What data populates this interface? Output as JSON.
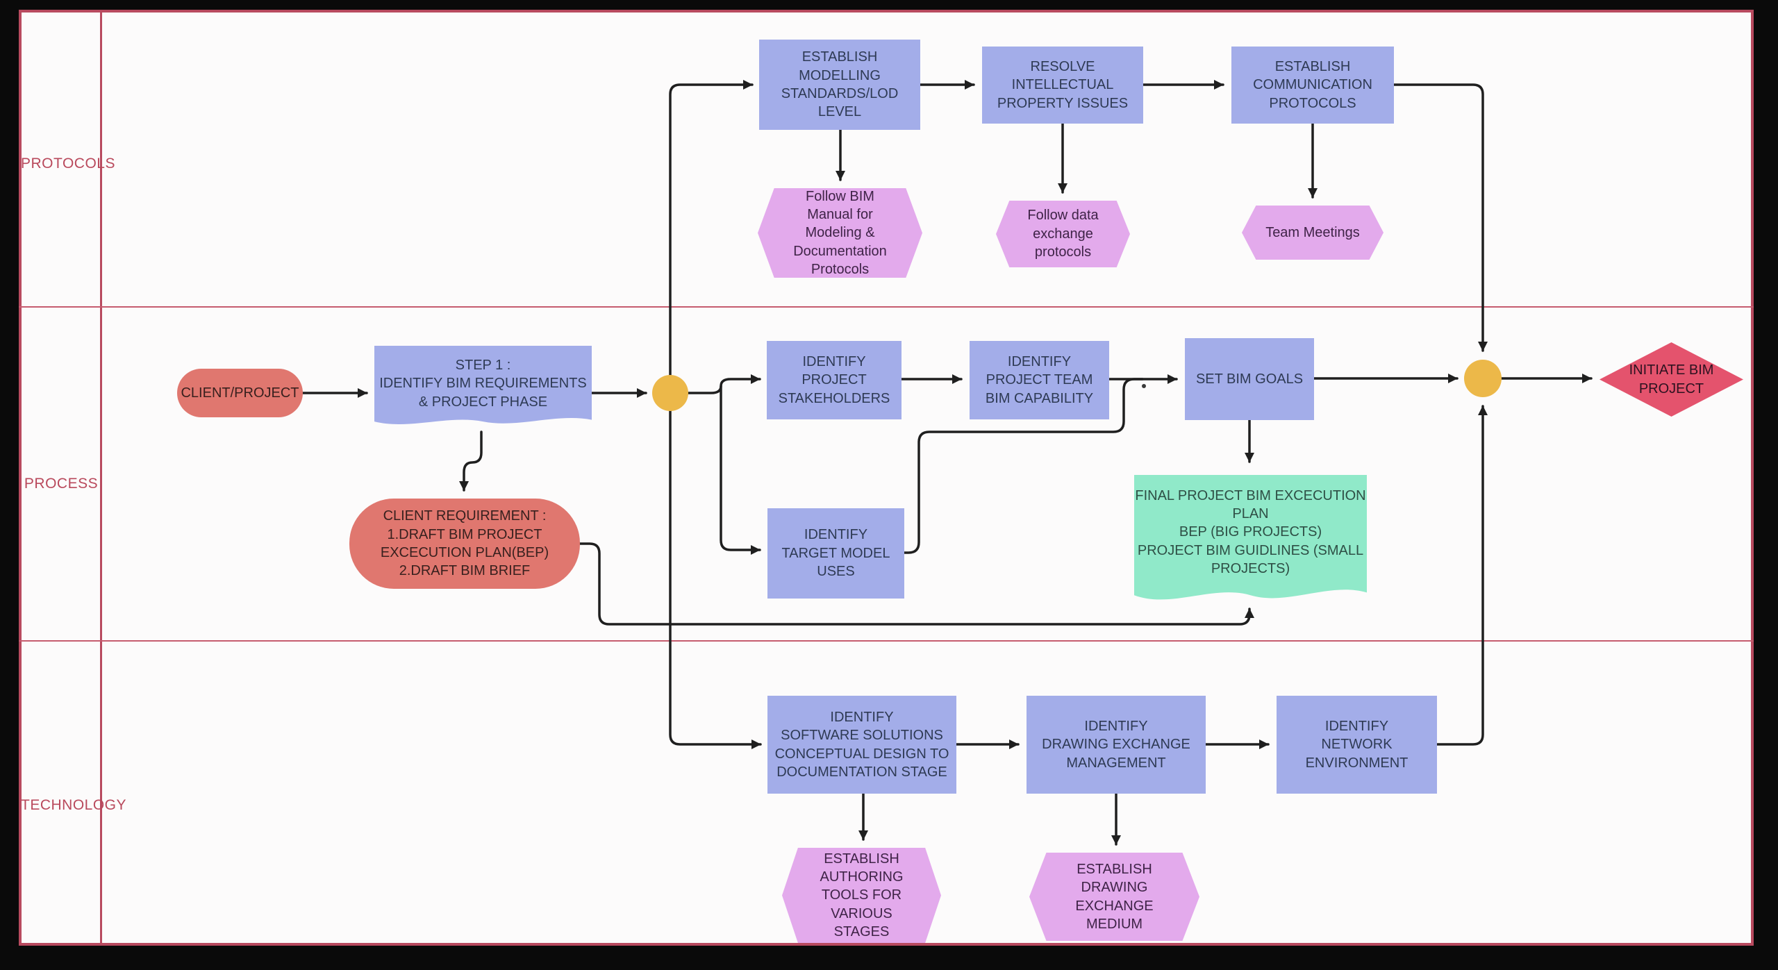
{
  "diagram_title": "BIM project initiation swim-lane flowchart",
  "lanes": [
    {
      "label": "PROTOCOLS"
    },
    {
      "label": "PROCESS"
    },
    {
      "label": "TECHNOLOGY"
    }
  ],
  "nodes": {
    "establish_modelling": {
      "label": "ESTABLISH\nMODELLING\nSTANDARDS/LOD\nLEVEL",
      "shape": "rect"
    },
    "resolve_ip": {
      "label": "RESOLVE\nINTELLECTUAL\nPROPERTY ISSUES",
      "shape": "rect"
    },
    "establish_comm": {
      "label": "ESTABLISH\nCOMMUNICATION\nPROTOCOLS",
      "shape": "rect"
    },
    "hex_bim_manual": {
      "label": "Follow BIM Manual for\nModeling &\nDocumentation\nProtocols",
      "shape": "hexagon"
    },
    "hex_data_exchange": {
      "label": "Follow data\nexchange protocols",
      "shape": "hexagon"
    },
    "hex_team_meetings": {
      "label": "Team Meetings",
      "shape": "hexagon"
    },
    "client_project": {
      "label": "CLIENT/PROJECT",
      "shape": "rounded"
    },
    "step1": {
      "label": "STEP 1 :\nIDENTIFY BIM REQUIREMENTS\n& PROJECT PHASE",
      "shape": "document"
    },
    "stakeholders": {
      "label": "IDENTIFY\nPROJECT\nSTAKEHOLDERS",
      "shape": "rect"
    },
    "team_capability": {
      "label": "IDENTIFY\nPROJECT TEAM\nBIM CAPABILITY",
      "shape": "rect"
    },
    "set_bim_goals": {
      "label": "SET BIM GOALS",
      "shape": "rect"
    },
    "initiate_bim": {
      "label": "INITIATE BIM\nPROJECT",
      "shape": "diamond"
    },
    "client_requirement": {
      "label": "CLIENT REQUIREMENT :\n1.DRAFT BIM PROJECT\nEXCECUTION PLAN(BEP)\n2.DRAFT BIM BRIEF",
      "shape": "rounded"
    },
    "target_model_uses": {
      "label": "IDENTIFY\nTARGET MODEL\nUSES",
      "shape": "rect"
    },
    "final_bep": {
      "label": "FINAL PROJECT BIM EXCECUTION\nPLAN\nBEP (BIG PROJECTS)\nPROJECT BIM GUIDLINES (SMALL\nPROJECTS)",
      "shape": "document"
    },
    "software_solutions": {
      "label": "IDENTIFY\nSOFTWARE SOLUTIONS\nCONCEPTUAL DESIGN TO\nDOCUMENTATION STAGE",
      "shape": "rect"
    },
    "drawing_exchange": {
      "label": "IDENTIFY\nDRAWING EXCHANGE\nMANAGEMENT",
      "shape": "rect"
    },
    "network_environment": {
      "label": "IDENTIFY\nNETWORK\nENVIRONMENT",
      "shape": "rect"
    },
    "hex_authoring_tools": {
      "label": "ESTABLISH AUTHORING\nTOOLS FOR VARIOUS\nSTAGES",
      "shape": "hexagon"
    },
    "hex_exchange_medium": {
      "label": "ESTABLISH DRAWING\nEXCHANGE MEDIUM",
      "shape": "hexagon"
    }
  },
  "colors": {
    "frame_border": "#b84a5f",
    "lane_line": "#c65b6e",
    "lane_label_text": "#b9495c",
    "process_box": "#a3ade9",
    "protocol_hexagon": "#e3aaec",
    "terminator": "#e0776f",
    "document_green": "#90e9c9",
    "connector_circle": "#ecb849",
    "decision_diamond": "#e4536d",
    "arrow": "#1f1f1f"
  }
}
